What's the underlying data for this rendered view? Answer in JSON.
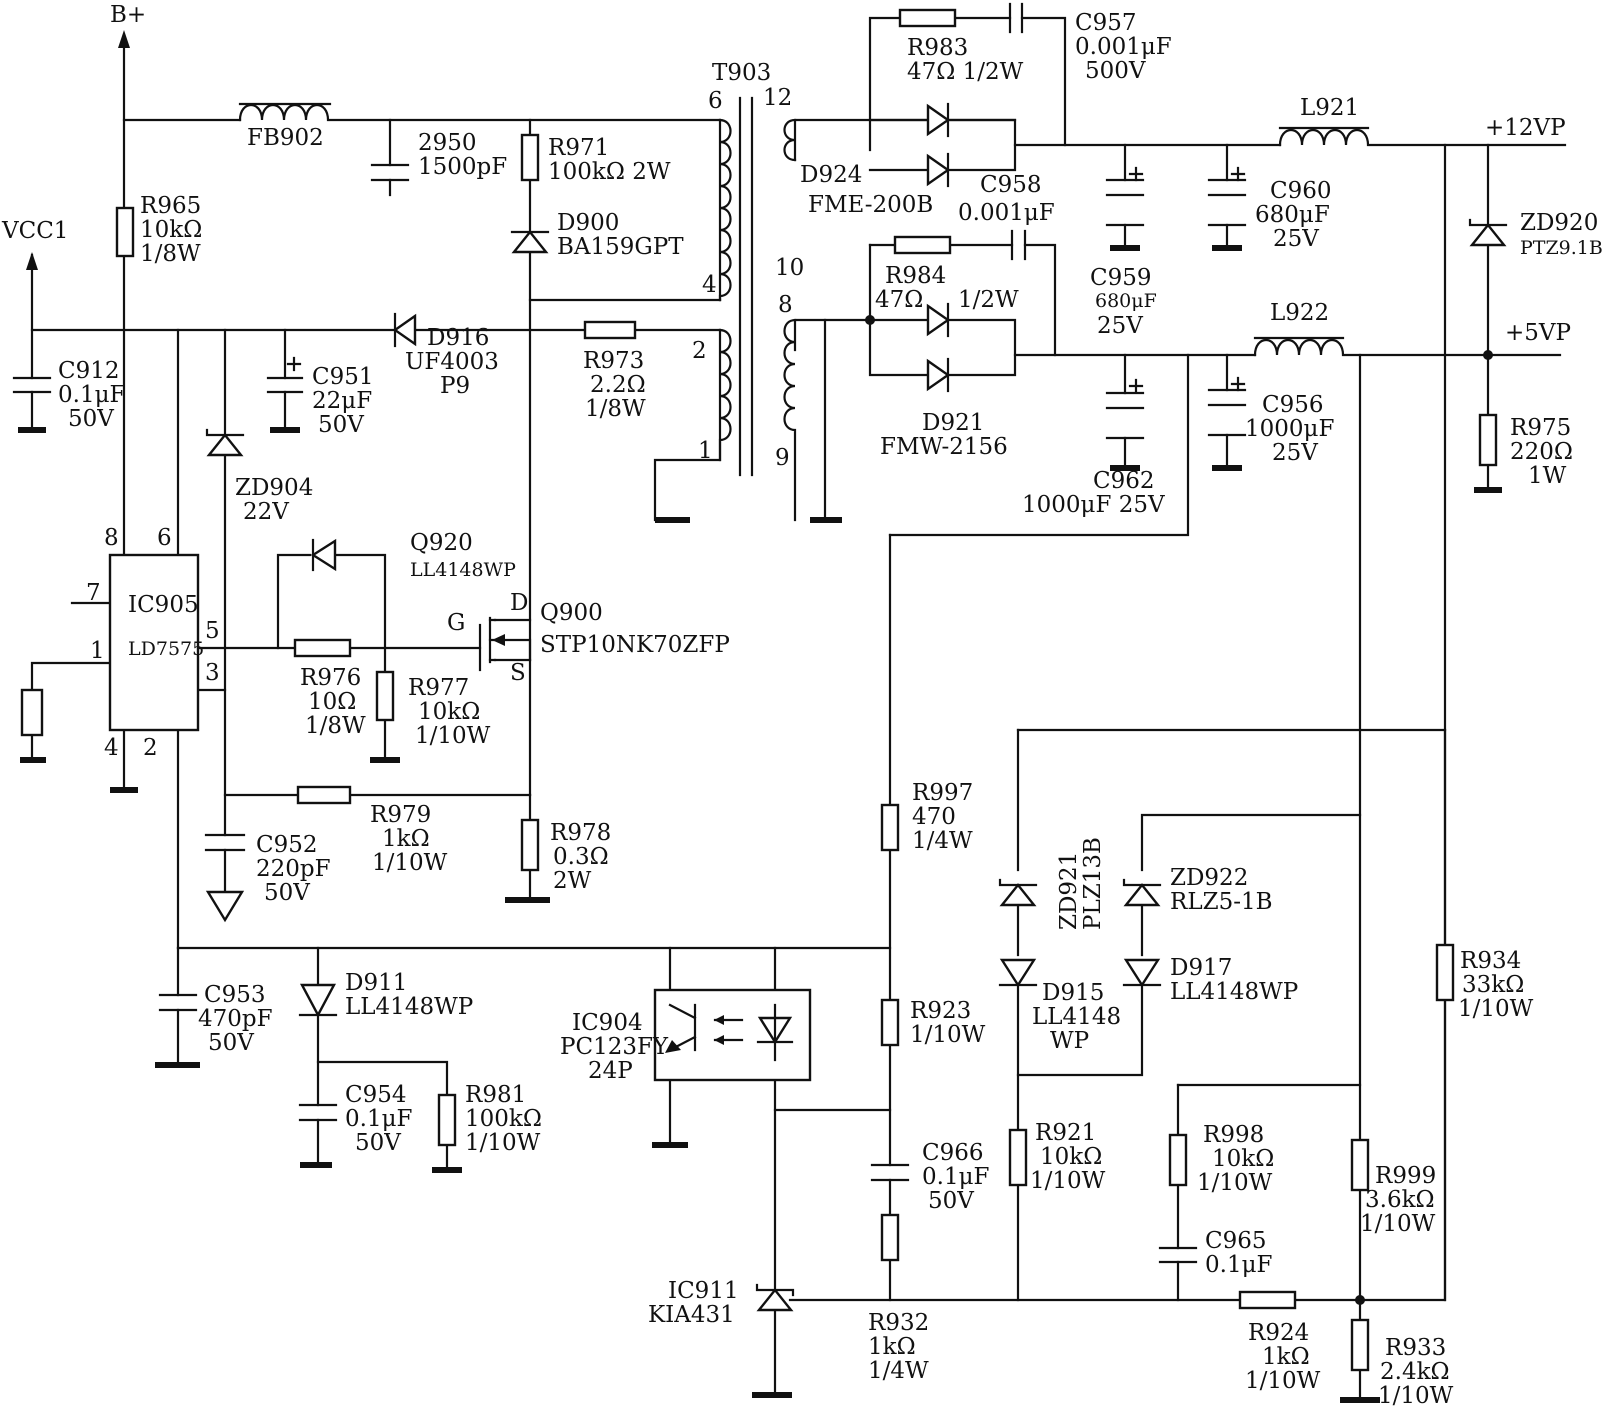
{
  "nets": {
    "b_plus": "B+",
    "vcc1": "VCC1",
    "v12": "+12VP",
    "v5": "+5VP"
  },
  "transformer": {
    "ref": "T903",
    "pins": [
      "6",
      "12",
      "4",
      "10",
      "8",
      "2",
      "1",
      "9"
    ]
  },
  "ic905": {
    "ref": "IC905",
    "part": "LD7575",
    "pins": [
      "8",
      "6",
      "7",
      "1",
      "5",
      "3",
      "4",
      "2"
    ]
  },
  "q900": {
    "ref": "Q900",
    "part": "STP10NK70ZFP",
    "g": "G",
    "d": "D",
    "s": "S"
  },
  "components": [
    {
      "ref": "FB902",
      "lines": []
    },
    {
      "ref": "2950",
      "lines": [
        "1500pF"
      ]
    },
    {
      "ref": "R971",
      "lines": [
        "100kΩ 2W"
      ]
    },
    {
      "ref": "D900",
      "lines": [
        "BA159GPT"
      ]
    },
    {
      "ref": "R965",
      "lines": [
        "10kΩ",
        "1/8W"
      ]
    },
    {
      "ref": "C912",
      "lines": [
        "0.1μF",
        "50V"
      ]
    },
    {
      "ref": "C951",
      "lines": [
        "22μF",
        "50V"
      ]
    },
    {
      "ref": "D916",
      "lines": [
        "UF4003",
        "P9"
      ]
    },
    {
      "ref": "R973",
      "lines": [
        "2.2Ω",
        "1/8W"
      ]
    },
    {
      "ref": "ZD904",
      "lines": [
        "22V"
      ]
    },
    {
      "ref": "Q920",
      "lines": [
        "LL4148WP"
      ]
    },
    {
      "ref": "R976",
      "lines": [
        "10Ω",
        "1/8W"
      ]
    },
    {
      "ref": "R977",
      "lines": [
        "10kΩ",
        "1/10W"
      ]
    },
    {
      "ref": "C952",
      "lines": [
        "220pF",
        "50V"
      ]
    },
    {
      "ref": "R979",
      "lines": [
        "1kΩ",
        "1/10W"
      ]
    },
    {
      "ref": "R978",
      "lines": [
        "0.3Ω",
        "2W"
      ]
    },
    {
      "ref": "C953",
      "lines": [
        "470pF",
        "50V"
      ]
    },
    {
      "ref": "D911",
      "lines": [
        "LL4148WP"
      ]
    },
    {
      "ref": "C954",
      "lines": [
        "0.1μF",
        "50V"
      ]
    },
    {
      "ref": "R981",
      "lines": [
        "100kΩ",
        "1/10W"
      ]
    },
    {
      "ref": "IC904",
      "lines": [
        "PC123FY",
        "24P"
      ]
    },
    {
      "ref": "IC911",
      "lines": [
        "KIA431"
      ]
    },
    {
      "ref": "R983",
      "lines": [
        "47Ω 1/2W"
      ]
    },
    {
      "ref": "C957",
      "lines": [
        "0.001μF",
        "500V"
      ]
    },
    {
      "ref": "D924",
      "lines": [
        "FME-200B"
      ]
    },
    {
      "ref": "C958",
      "lines": [
        "0.001μF"
      ]
    },
    {
      "ref": "R984",
      "lines": [
        "47Ω",
        "1/2W"
      ]
    },
    {
      "ref": "D921",
      "lines": [
        "FMW-2156"
      ]
    },
    {
      "ref": "C959",
      "lines": [
        "680μF",
        "25V"
      ]
    },
    {
      "ref": "C960",
      "lines": [
        "680μF",
        "25V"
      ]
    },
    {
      "ref": "L921",
      "lines": []
    },
    {
      "ref": "L922",
      "lines": []
    },
    {
      "ref": "ZD920",
      "lines": [
        "PTZ9.1B"
      ]
    },
    {
      "ref": "C962",
      "lines": [
        "1000μF 25V"
      ]
    },
    {
      "ref": "C956",
      "lines": [
        "1000μF",
        "25V"
      ]
    },
    {
      "ref": "R975",
      "lines": [
        "220Ω",
        "1W"
      ]
    },
    {
      "ref": "R997",
      "lines": [
        "470",
        "1/4W"
      ]
    },
    {
      "ref": "R923",
      "lines": [
        "1/10W"
      ]
    },
    {
      "ref": "C966",
      "lines": [
        "0.1μF",
        "50V"
      ]
    },
    {
      "ref": "R932",
      "lines": [
        "1kΩ",
        "1/4W"
      ]
    },
    {
      "ref": "ZD921",
      "lines": [
        "PLZ13B"
      ]
    },
    {
      "ref": "D915",
      "lines": [
        "LL4148",
        "WP"
      ]
    },
    {
      "ref": "ZD922",
      "lines": [
        "RLZ5-1B"
      ]
    },
    {
      "ref": "D917",
      "lines": [
        "LL4148WP"
      ]
    },
    {
      "ref": "R921",
      "lines": [
        "10kΩ",
        "1/10W"
      ]
    },
    {
      "ref": "R998",
      "lines": [
        "10kΩ",
        "1/10W"
      ]
    },
    {
      "ref": "C965",
      "lines": [
        "0.1μF"
      ]
    },
    {
      "ref": "R999",
      "lines": [
        "3.6kΩ",
        "1/10W"
      ]
    },
    {
      "ref": "R934",
      "lines": [
        "33kΩ",
        "1/10W"
      ]
    },
    {
      "ref": "R924",
      "lines": [
        "1kΩ",
        "1/10W"
      ]
    },
    {
      "ref": "R933",
      "lines": [
        "2.4kΩ",
        "1/10W"
      ]
    }
  ]
}
